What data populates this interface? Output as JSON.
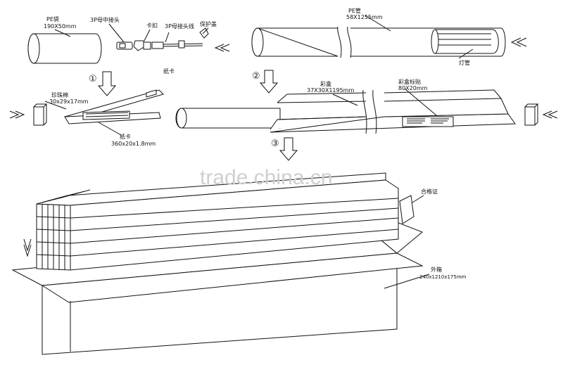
{
  "labels": {
    "pe_bag": "PE袋",
    "pe_bag_size": "190X50mm",
    "connector_3p_mid": "3P母中接头",
    "clip": "卡扣",
    "connector_3p_wire": "3P母接头线",
    "protector_cap": "保护盖",
    "pe_tube": "PE管",
    "pe_tube_size": "58X1255mm",
    "lamp_tube": "灯管",
    "paper_card_top": "纸卡",
    "step1": "①",
    "step2": "②",
    "step3": "③",
    "pearl_cotton": "珍珠棉",
    "pearl_cotton_size": "30x29x17mm",
    "color_box": "彩盒",
    "color_box_size": "37X30X1195mm",
    "color_box_label": "彩盒标贴",
    "color_box_label_size": "80X20mm",
    "paper_card": "纸卡",
    "paper_card_size": "360x20x1.8mm",
    "certificate": "合格证",
    "outer_box": "外箱",
    "outer_box_size": "240x1210x175mm",
    "watermark": "trade.china.cn"
  }
}
